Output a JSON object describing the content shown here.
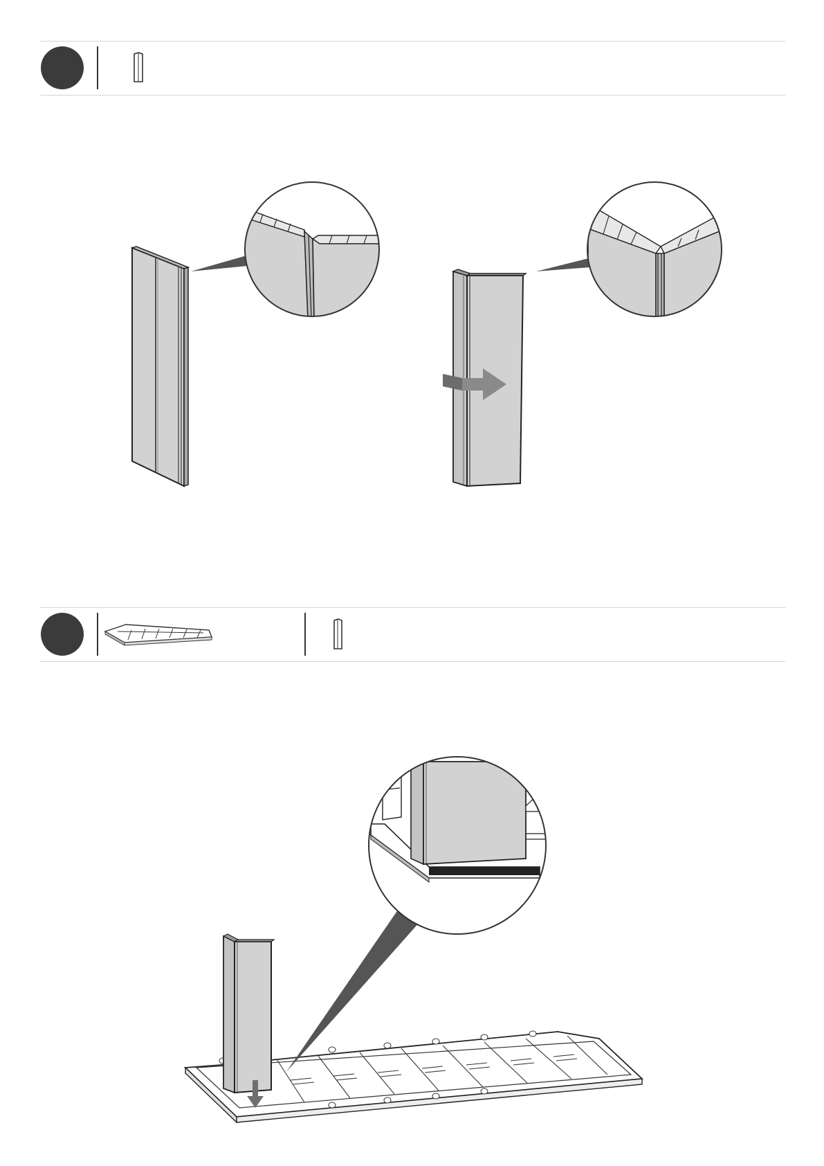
{
  "page": {
    "steps": [
      {
        "id": "step-1",
        "parts": [
          "panel-part-icon"
        ],
        "images": [
          "folded-panel-detail",
          "corner-fold-detail"
        ]
      },
      {
        "id": "step-2",
        "parts": [
          "floor-base-part-icon",
          "panel-part-icon"
        ],
        "images": [
          "panel-on-floor-base",
          "base-fit-detail"
        ]
      }
    ],
    "colors": {
      "step_circle": "#3b3b3b",
      "panel_fill": "#d2d2d2",
      "arrow_fill": "#7f7f7f",
      "rule": "#d4d4d4"
    }
  }
}
